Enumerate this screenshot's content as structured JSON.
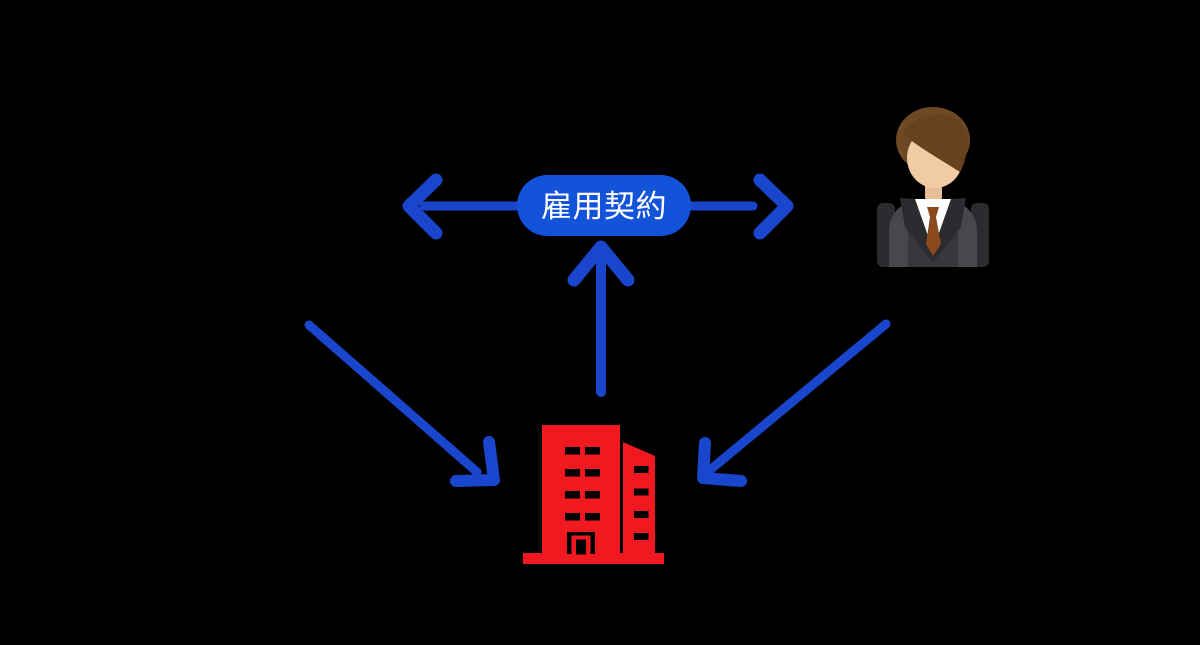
{
  "diagram": {
    "title": "employment-contract-relationship-diagram",
    "background": "#000000",
    "labels": {
      "contract": "雇用契約"
    },
    "colors": {
      "arrow": "#1a46cd",
      "pill": "#1353da",
      "pill_text": "#ffffff",
      "building": "#f0191f",
      "cutout": "#000000",
      "hair": "#6f4826",
      "hair_dark": "#66421f",
      "skin": "#f0cba3",
      "neck": "#e7bf97",
      "suit": "#47474d",
      "suit_panel": "#37373c",
      "suit_lapel": "#2b2b30",
      "suit_back": "#2c2c30",
      "shirt": "#ffffff",
      "tie": "#8a4a1e"
    },
    "nodes": {
      "contract": {
        "icon": "contract-pill",
        "label": "雇用契約"
      },
      "company": {
        "icon": "office-building-icon"
      },
      "worker": {
        "icon": "businessperson-icon"
      }
    },
    "arrows": [
      {
        "name": "contract-double-arrow",
        "direction": "left-right"
      },
      {
        "name": "company-to-contract-arrow",
        "direction": "up"
      },
      {
        "name": "left-to-company-arrow",
        "direction": "down-right"
      },
      {
        "name": "worker-to-company-arrow",
        "direction": "down-left"
      }
    ]
  }
}
